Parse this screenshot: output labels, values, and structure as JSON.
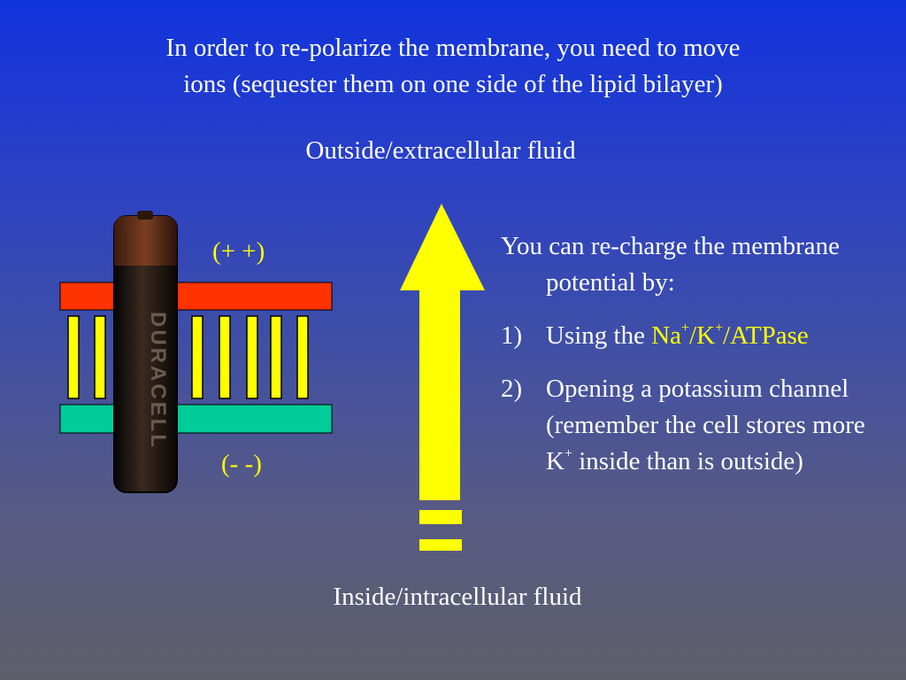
{
  "slide": {
    "title_line1": "In order to re-polarize the membrane, you need to move",
    "title_line2": "ions (sequester them on one side of the lipid bilayer)",
    "outside_label": "Outside/extracellular fluid",
    "inside_label": "Inside/intracellular fluid"
  },
  "diagram": {
    "top_charge": "(+ +)",
    "bottom_charge": "(- -)",
    "battery_brand": "DURACELL",
    "colors": {
      "top_layer": "#ff3300",
      "bottom_layer": "#00cc99",
      "lipid_tails": "#ffff00",
      "arrow": "#ffff00"
    }
  },
  "panel": {
    "intro": "You can re-charge the membrane potential by:",
    "item1_num": "1)",
    "item1_text": "Using the ",
    "item1_hl_na": "Na",
    "item1_sup1": "+",
    "item1_hl_k": "/K",
    "item1_sup2": "+",
    "item1_hl_tail": "/ATPase",
    "item2_num": "2)",
    "item2_text_a": "Opening a potassium channel (remember the cell stores more K",
    "item2_sup": "+",
    "item2_text_b": " inside than is outside)"
  }
}
